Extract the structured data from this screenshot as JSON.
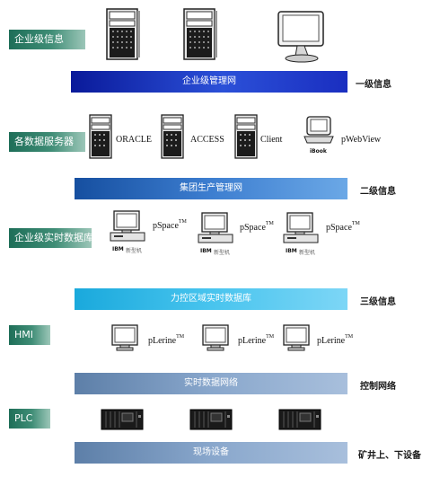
{
  "tiers": [
    {
      "label": "企业级信息",
      "kind": "side"
    },
    {
      "label": "各数据服务器",
      "kind": "side"
    },
    {
      "label": "企业级实时数据库",
      "kind": "side"
    },
    {
      "label": "HMI",
      "kind": "side"
    },
    {
      "label": "PLC",
      "kind": "side"
    }
  ],
  "bands": {
    "enterprise_net": "企业级管理网",
    "group_net": "集团生产管理网",
    "area_db": "力控区域实时数据库",
    "realtime_net": "实时数据网络",
    "field_devices": "现场设备"
  },
  "levels": {
    "first": "一级信息",
    "second": "二级信息",
    "third": "三级信息",
    "control": "控制网络",
    "mine": "矿井上、下设备"
  },
  "servers": {
    "oracle": "ORACLE",
    "access": "ACCESS",
    "client": "Client",
    "pwebview": "pWebView",
    "ibook": "iBook"
  },
  "pspace": {
    "name": "pSpace",
    "tm": "TM"
  },
  "plerine": {
    "name": "pLerine",
    "tm": "TM"
  },
  "ibm_caption": {
    "brand": "IBM",
    "model": "新型机"
  }
}
